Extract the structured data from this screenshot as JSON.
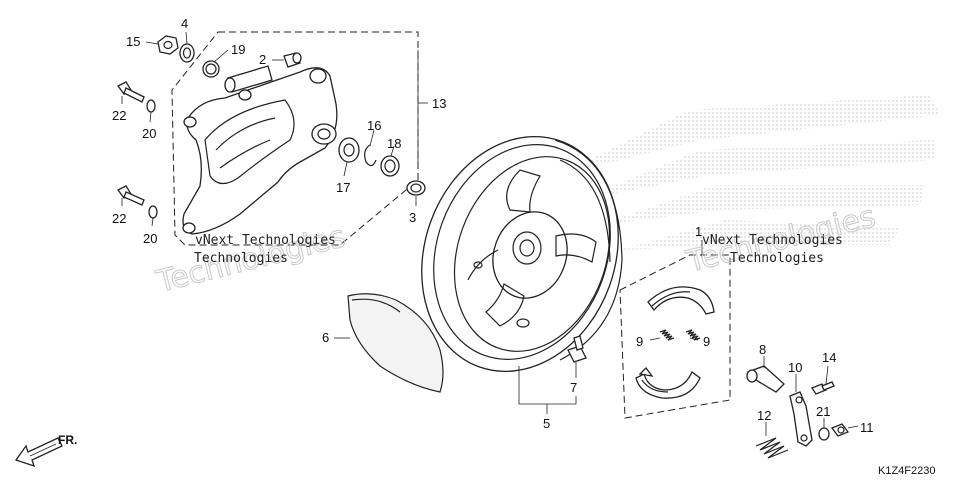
{
  "diagram": {
    "callouts": [
      "15",
      "4",
      "19",
      "2",
      "22",
      "20",
      "22",
      "20",
      "13",
      "16",
      "18",
      "17",
      "3",
      "6",
      "1",
      "9",
      "9",
      "8",
      "10",
      "14",
      "7",
      "5",
      "12",
      "21",
      "11"
    ],
    "watermark": {
      "line1": "vNext Technologies",
      "line2": "Technologies"
    },
    "diagram_code": "K1Z4F2230",
    "front_label": "FR."
  }
}
